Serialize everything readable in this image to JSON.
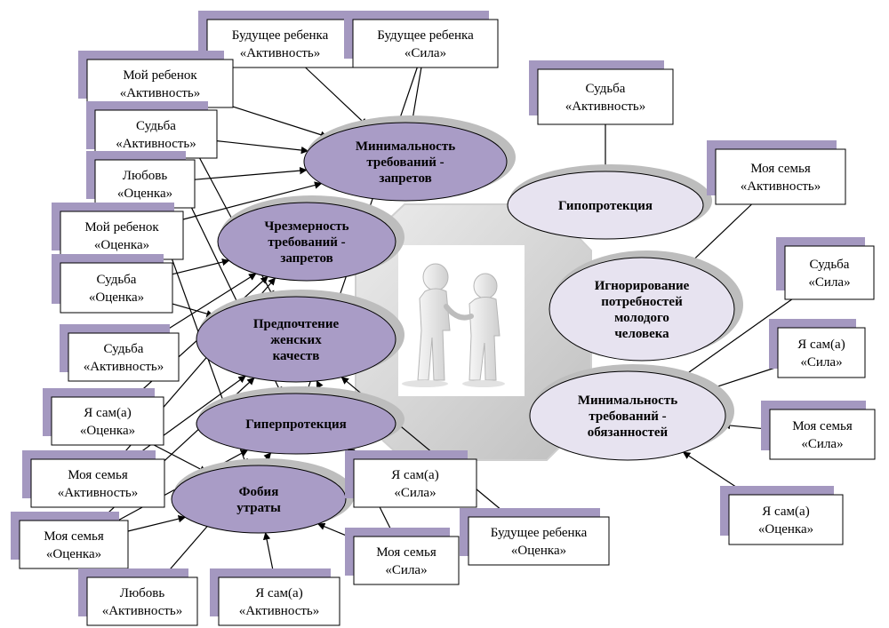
{
  "center_image": {
    "alt": "Two figures shaking hands",
    "icon": "handshake-figures-icon"
  },
  "ovals": [
    {
      "id": "min-req-prohib",
      "lines": [
        "Минимальность",
        "требований -",
        "запретов"
      ]
    },
    {
      "id": "hypoprotection",
      "lines": [
        "Гипопротекция"
      ]
    },
    {
      "id": "excess-req",
      "lines": [
        "Чрезмерность",
        "требований -",
        "запретов"
      ]
    },
    {
      "id": "ignoring-needs",
      "lines": [
        "Игнорирование",
        "потребностей",
        "молодого",
        "человека"
      ]
    },
    {
      "id": "female-pref",
      "lines": [
        "Предпочтение",
        "женских",
        "качеств"
      ]
    },
    {
      "id": "min-req-duties",
      "lines": [
        "Минимальность",
        "требований -",
        "обязанностей"
      ]
    },
    {
      "id": "hyperprotection",
      "lines": [
        "Гиперпротекция"
      ]
    },
    {
      "id": "phobia-loss",
      "lines": [
        "Фобия",
        "утраты"
      ]
    }
  ],
  "boxes": [
    {
      "id": "b1",
      "lines": [
        "Будущее ребенка",
        "«Активность»"
      ]
    },
    {
      "id": "b2",
      "lines": [
        "Будущее ребенка",
        "«Сила»"
      ]
    },
    {
      "id": "b3",
      "lines": [
        "Мой ребенок",
        "«Активность»"
      ]
    },
    {
      "id": "b4",
      "lines": [
        "Судьба",
        "«Активность»"
      ]
    },
    {
      "id": "b5",
      "lines": [
        "Любовь",
        "«Оценка»"
      ]
    },
    {
      "id": "b6",
      "lines": [
        "Мой ребенок",
        "«Оценка»"
      ]
    },
    {
      "id": "b7",
      "lines": [
        "Судьба",
        "«Оценка»"
      ]
    },
    {
      "id": "b8",
      "lines": [
        "Судьба",
        "«Активность»"
      ]
    },
    {
      "id": "b9",
      "lines": [
        "Я сам(а)",
        "«Оценка»"
      ]
    },
    {
      "id": "b10",
      "lines": [
        "Моя семья",
        "«Активность»"
      ]
    },
    {
      "id": "b11",
      "lines": [
        "Моя семья",
        "«Оценка»"
      ]
    },
    {
      "id": "b12",
      "lines": [
        "Любовь",
        "«Активность»"
      ]
    },
    {
      "id": "b13",
      "lines": [
        "Я сам(а)",
        "«Активность»"
      ]
    },
    {
      "id": "b14",
      "lines": [
        "Моя семья",
        "«Сила»"
      ]
    },
    {
      "id": "b15",
      "lines": [
        "Я сам(а)",
        "«Сила»"
      ]
    },
    {
      "id": "b16",
      "lines": [
        "Будущее ребенка",
        "«Оценка»"
      ]
    },
    {
      "id": "b17",
      "lines": [
        "Судьба",
        "«Активность»"
      ]
    },
    {
      "id": "b18",
      "lines": [
        "Моя семья",
        "«Активность»"
      ]
    },
    {
      "id": "b19",
      "lines": [
        "Судьба",
        "«Сила»"
      ]
    },
    {
      "id": "b20",
      "lines": [
        "Я сам(а)",
        "«Сила»"
      ]
    },
    {
      "id": "b21",
      "lines": [
        "Моя семья",
        "«Сила»"
      ]
    },
    {
      "id": "b22",
      "lines": [
        "Я сам(а)",
        "«Оценка»"
      ]
    }
  ],
  "arrows": [
    {
      "from": "b1",
      "to": "min-req-prohib"
    },
    {
      "from": "b2",
      "to": "min-req-prohib"
    },
    {
      "from": "b2",
      "to": "hyperprotection"
    },
    {
      "from": "b3",
      "to": "min-req-prohib"
    },
    {
      "from": "b3",
      "to": "female-pref"
    },
    {
      "from": "b4",
      "to": "min-req-prohib"
    },
    {
      "from": "b4",
      "to": "hyperprotection"
    },
    {
      "from": "b5",
      "to": "min-req-prohib"
    },
    {
      "from": "b5",
      "to": "phobia-loss"
    },
    {
      "from": "b6",
      "to": "min-req-prohib"
    },
    {
      "from": "b7",
      "to": "excess-req"
    },
    {
      "from": "b7",
      "to": "female-pref"
    },
    {
      "from": "b8",
      "to": "excess-req"
    },
    {
      "from": "b9",
      "to": "excess-req"
    },
    {
      "from": "b9",
      "to": "phobia-loss"
    },
    {
      "from": "b10",
      "to": "excess-req"
    },
    {
      "from": "b10",
      "to": "female-pref"
    },
    {
      "from": "b11",
      "to": "female-pref"
    },
    {
      "from": "b11",
      "to": "hyperprotection"
    },
    {
      "from": "b11",
      "to": "phobia-loss"
    },
    {
      "from": "b12",
      "to": "hyperprotection"
    },
    {
      "from": "b13",
      "to": "phobia-loss"
    },
    {
      "from": "b14",
      "to": "phobia-loss"
    },
    {
      "from": "b14",
      "to": "female-pref"
    },
    {
      "from": "b15",
      "to": "hyperprotection"
    },
    {
      "from": "b16",
      "to": "female-pref"
    },
    {
      "from": "b17",
      "to": "hypoprotection"
    },
    {
      "from": "b18",
      "to": "ignoring-needs"
    },
    {
      "from": "b19",
      "to": "min-req-duties"
    },
    {
      "from": "b20",
      "to": "min-req-duties"
    },
    {
      "from": "b21",
      "to": "min-req-duties"
    },
    {
      "from": "b22",
      "to": "min-req-duties"
    }
  ],
  "colors": {
    "oval_dark": "#a99cc6",
    "oval_light": "#e7e3f0",
    "oval_shadow": "#bdbdbd",
    "box_shadow": "#a498c0",
    "hub_gray": "#d9d9d9",
    "arrow": "#000000"
  }
}
